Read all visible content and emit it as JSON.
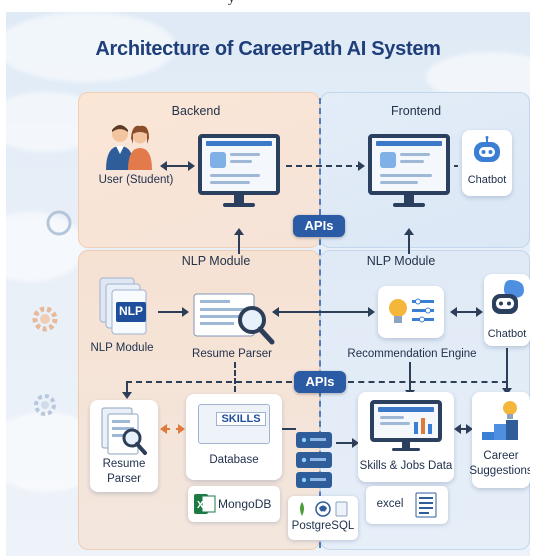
{
  "page_title": "Architecture of CareerPath AI System",
  "top_clip_text": "y",
  "sections": {
    "backend": "Backend",
    "frontend": "Frontend",
    "nlp_left": "NLP Module",
    "nlp_right": "NLP Module"
  },
  "apis": [
    "APIs",
    "APIs"
  ],
  "nodes": {
    "user": "User (Student)",
    "chatbot_top": "Chatbot",
    "nlp_icon_text": "NLP",
    "nlp_module": "NLP Module",
    "resume_parser_top": "Resume Parser",
    "recommendation_engine": "Recommendation Engine",
    "chatbot_mid": "Chatbot",
    "resume_parser_bottom_1": "Resume",
    "resume_parser_bottom_2": "Parser",
    "skills_badge": "SKILLS",
    "database": "Database",
    "skills_jobs": "Skills & Jobs Data",
    "career_suggestions_1": "Career",
    "career_suggestions_2": "Suggestions"
  },
  "chips": {
    "mongodb": "MongoDB",
    "postgresql": "PostgreSQL",
    "excel": "excel"
  },
  "colors": {
    "title": "#1e3f7a",
    "apis_badge": "#2c5ba6",
    "backend_panel": "#fbe6d6",
    "frontend_panel": "#e3edf8",
    "mongodb_green": "#4c9e3b",
    "excel_green": "#1d7a44"
  }
}
